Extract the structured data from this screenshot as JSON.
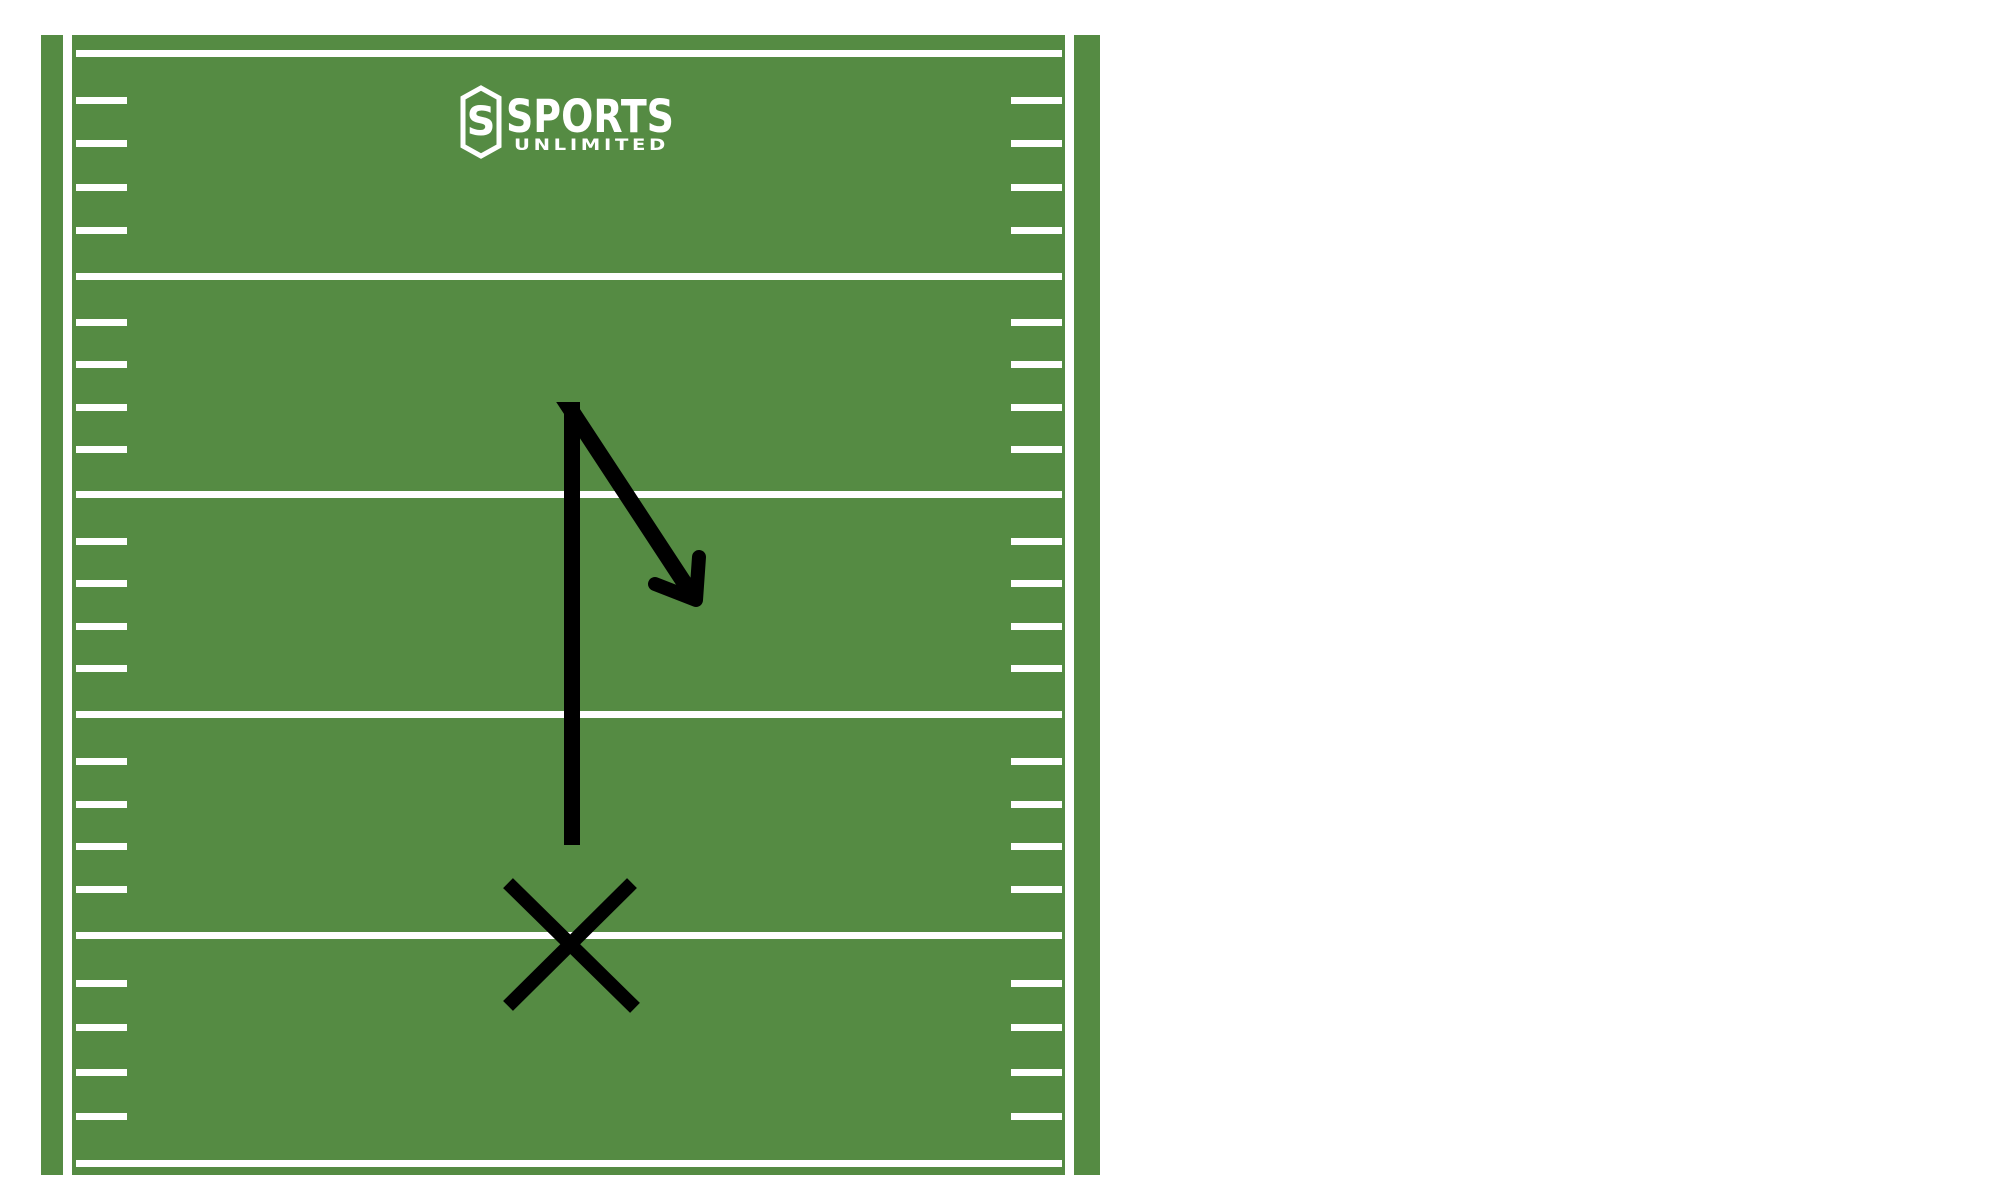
{
  "diagram": {
    "type": "football-play-diagram",
    "logo": {
      "word": "SPORTS",
      "sub": "UNLIMITED",
      "emblem_letter": "S"
    },
    "player": {
      "symbol": "X",
      "route": "curl"
    },
    "colors": {
      "turf": "#558b43",
      "lines": "#ffffff",
      "route": "#000000",
      "background": "#ffffff"
    }
  }
}
